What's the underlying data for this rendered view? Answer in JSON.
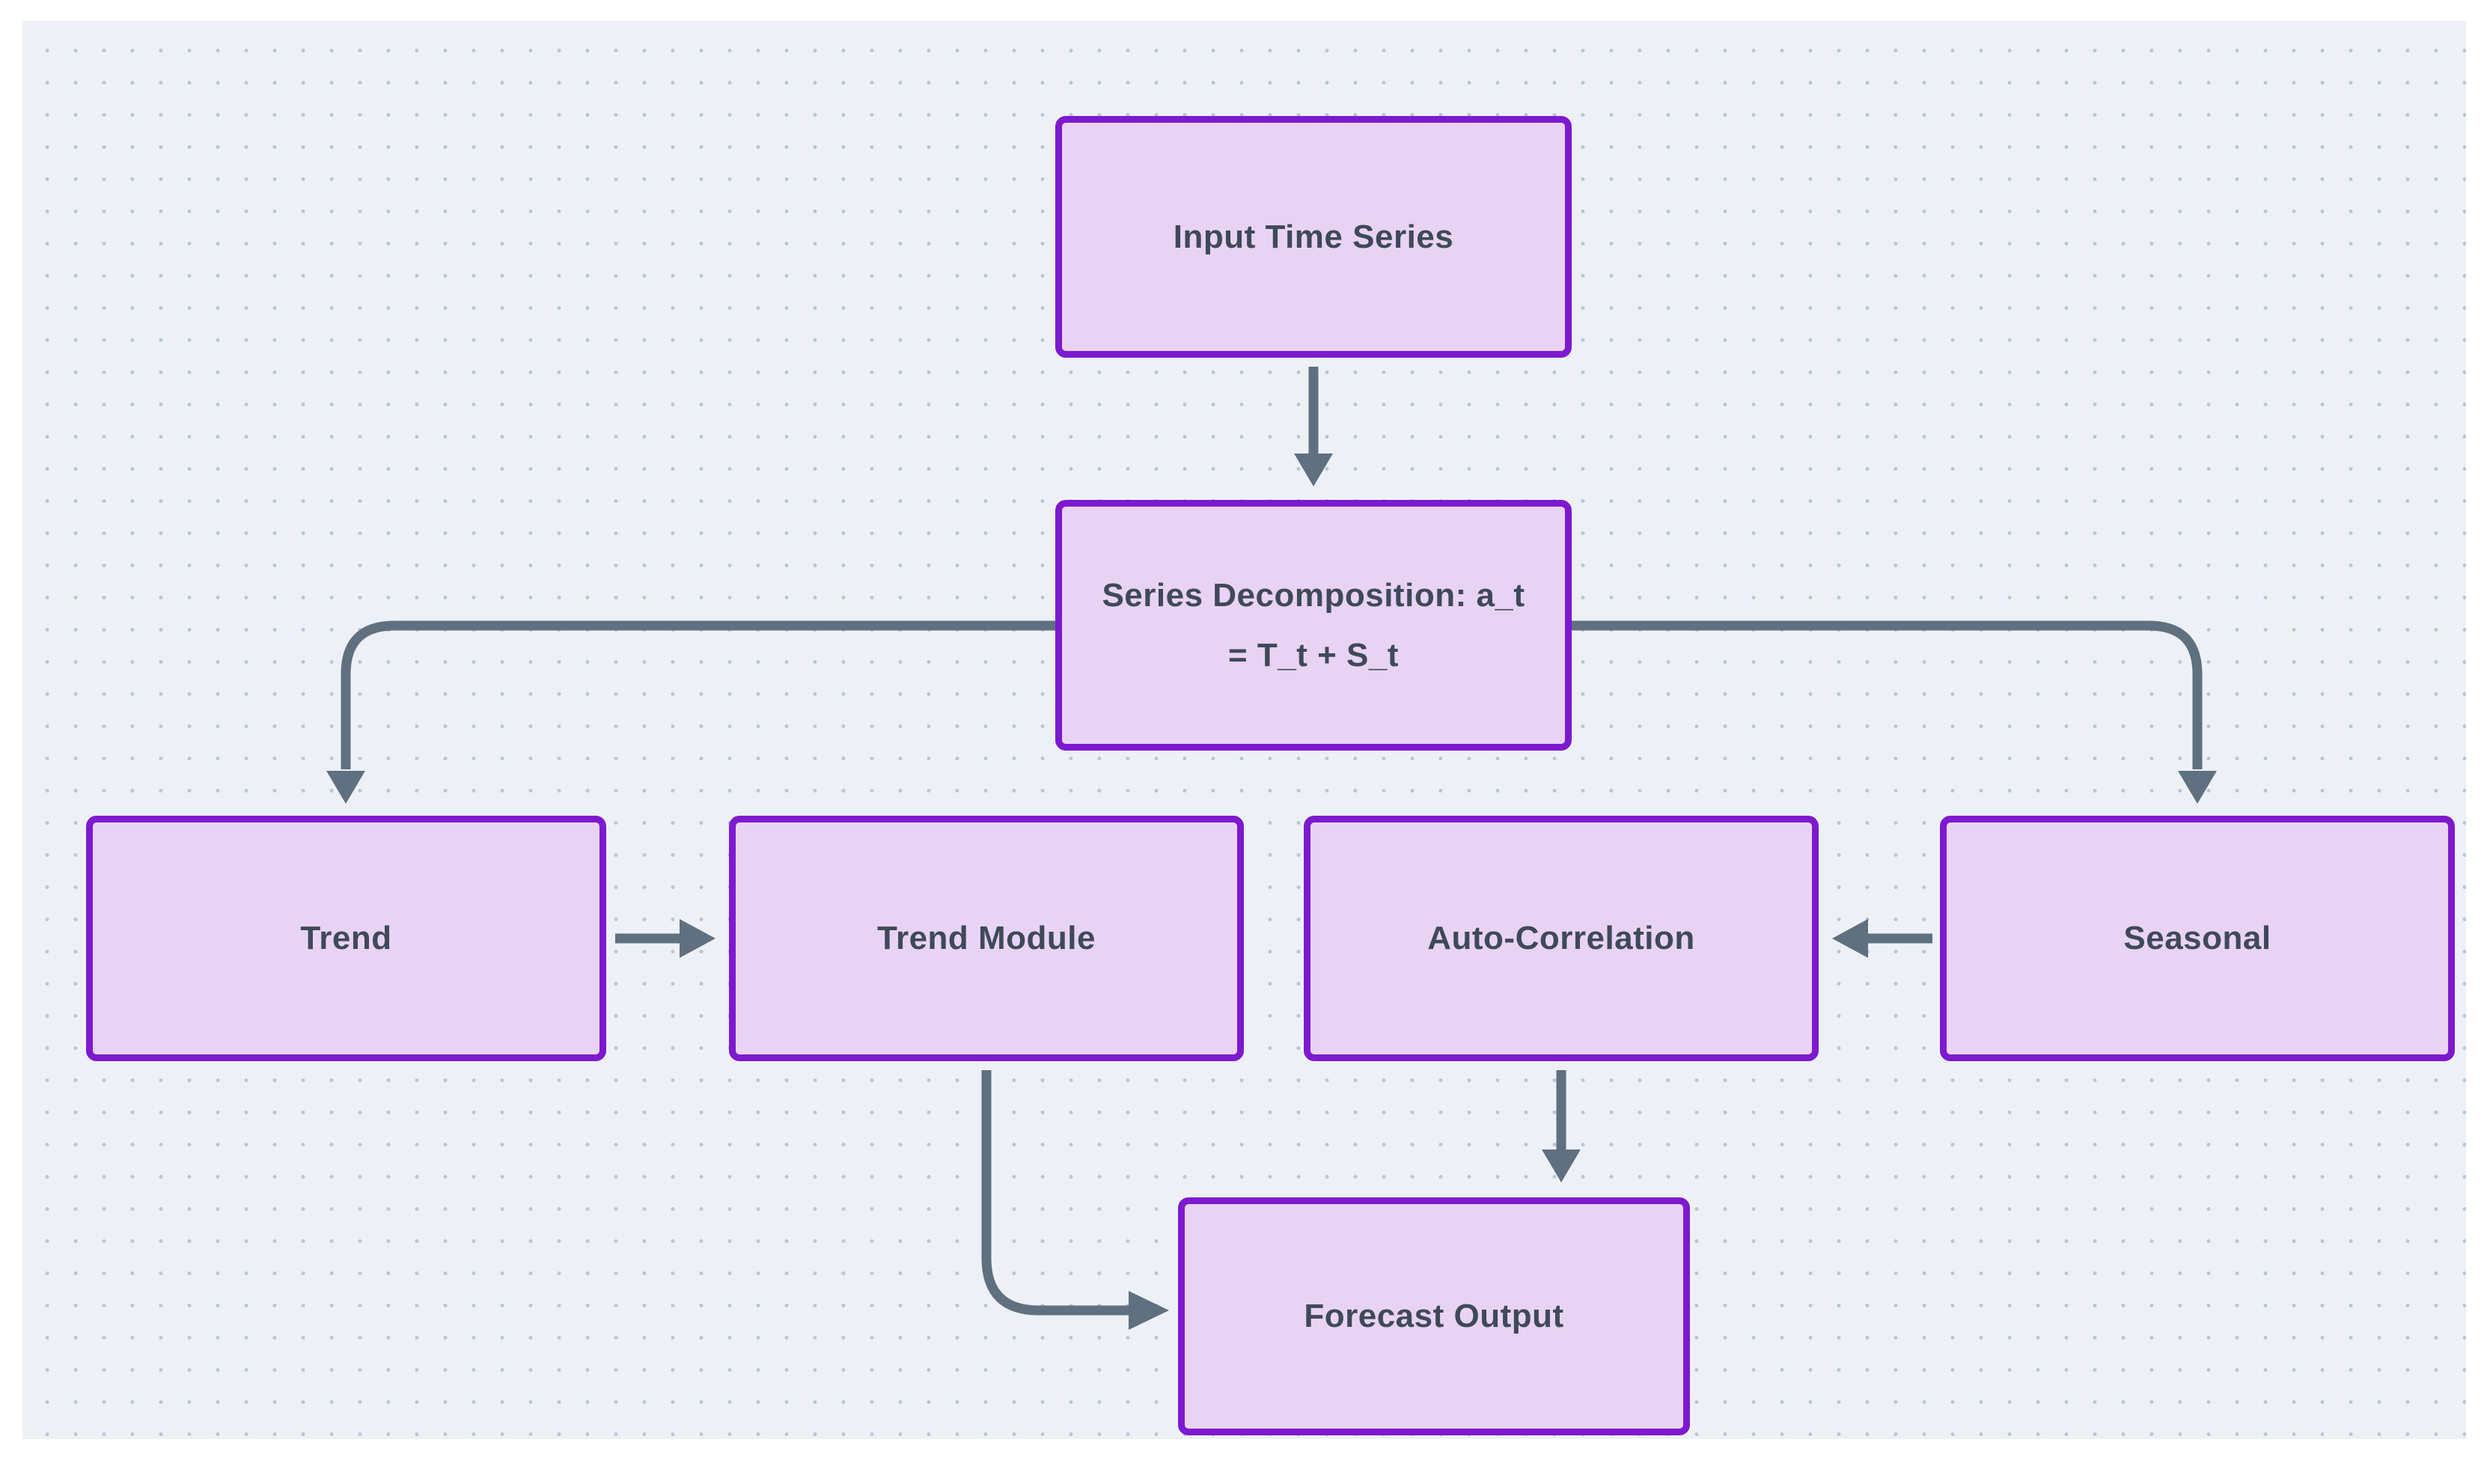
{
  "diagram": {
    "title": "Time series forecasting flowchart",
    "colors": {
      "frame_bg": "#ffffff",
      "canvas_bg": "#edf1f6",
      "dot_color": "#b9c7d8",
      "node_fill": "#e9d3f4",
      "node_border": "#7d19ce",
      "node_text": "#3e4a59",
      "edge_color": "#5f7080"
    },
    "nodes": {
      "input": {
        "label": "Input Time Series"
      },
      "decomposition": {
        "label": "Series Decomposition: a_t = T_t + S_t",
        "label_lines": [
          "Series Decomposition: a_t",
          "= T_t + S_t"
        ]
      },
      "trend": {
        "label": "Trend"
      },
      "trend_module": {
        "label": "Trend Module"
      },
      "auto_correlation": {
        "label": "Auto-Correlation"
      },
      "seasonal": {
        "label": "Seasonal"
      },
      "forecast": {
        "label": "Forecast Output"
      }
    },
    "edges": [
      {
        "from": "input",
        "to": "decomposition",
        "direction": "down"
      },
      {
        "from": "decomposition",
        "to": "trend",
        "direction": "left-then-down"
      },
      {
        "from": "decomposition",
        "to": "seasonal",
        "direction": "right-then-down"
      },
      {
        "from": "trend",
        "to": "trend_module",
        "direction": "right"
      },
      {
        "from": "seasonal",
        "to": "auto_correlation",
        "direction": "left"
      },
      {
        "from": "trend_module",
        "to": "forecast",
        "direction": "down-then-right"
      },
      {
        "from": "auto_correlation",
        "to": "forecast",
        "direction": "down"
      }
    ]
  }
}
